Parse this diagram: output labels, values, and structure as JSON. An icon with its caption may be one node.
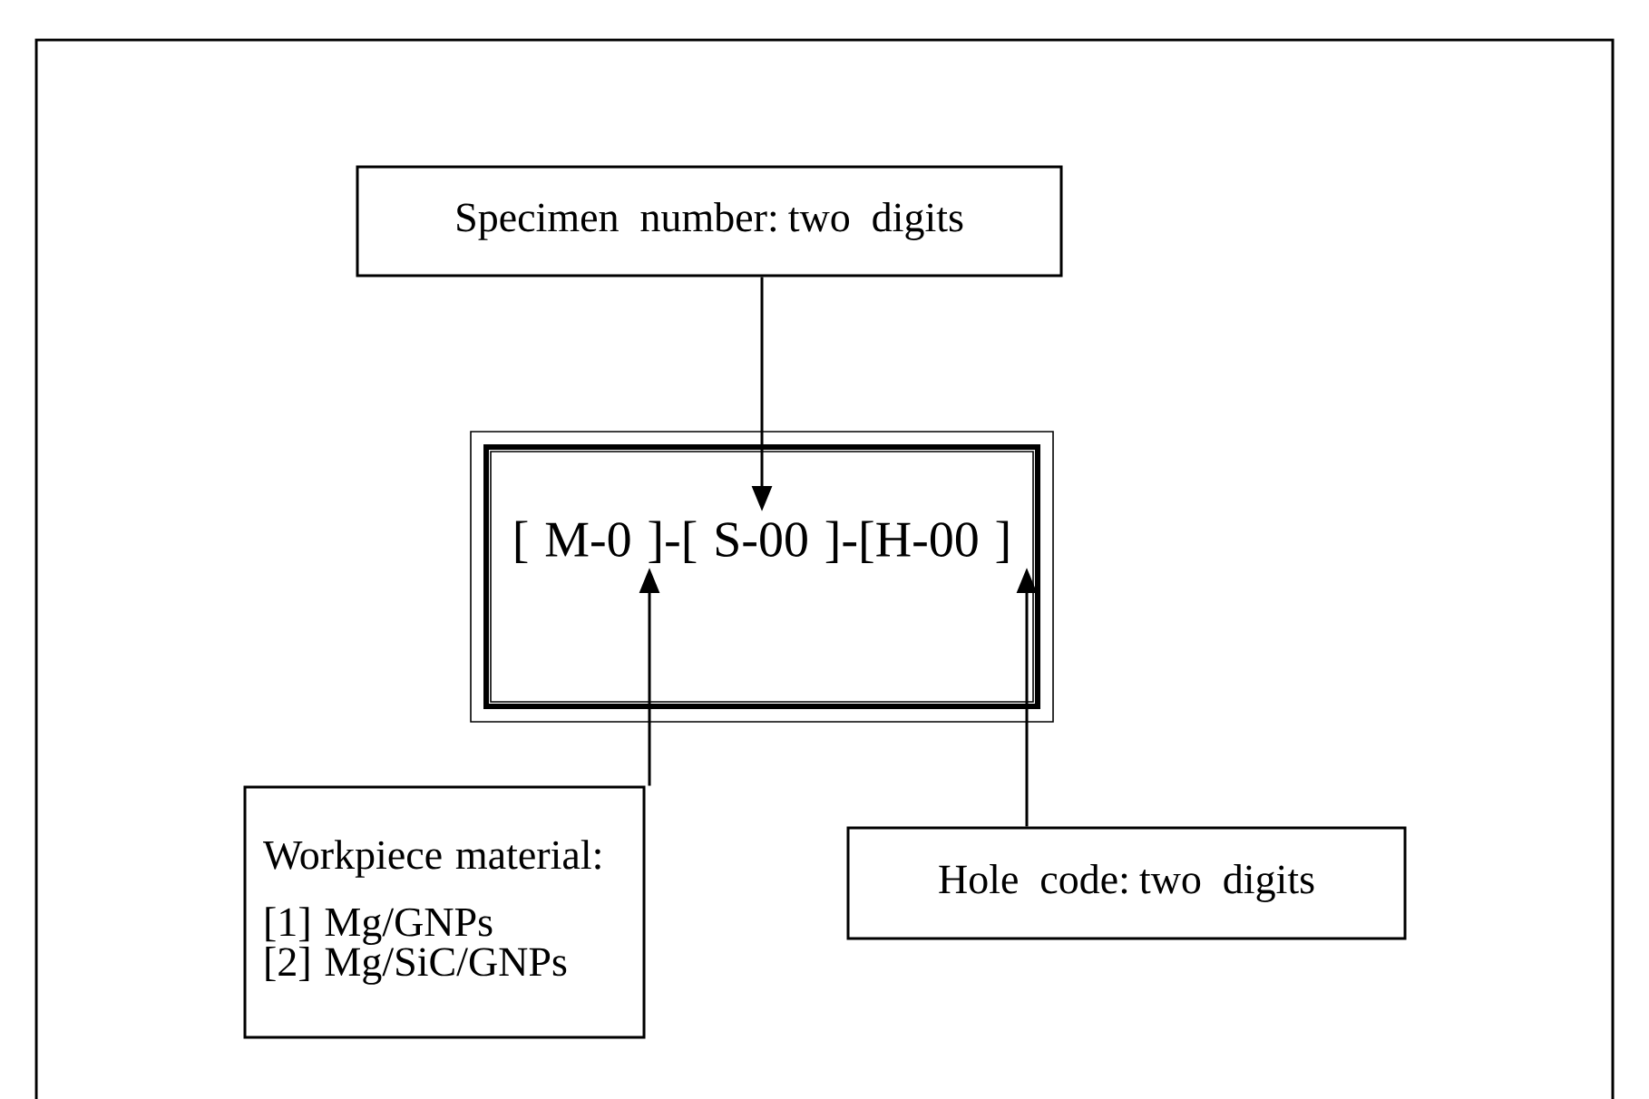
{
  "diagram": {
    "nodes": [
      {
        "text": [
          "Specimen number: two digits"
        ]
      },
      {
        "text": [
          "[ M-0 ]-[ S-00 ]-[H-00 ]"
        ]
      },
      {
        "text": [
          "Workpiece material:",
          "[1] Mg/GNPs",
          "[2] Mg/SiC/GNPs"
        ]
      },
      {
        "text": [
          "Hole code: two digits"
        ]
      }
    ],
    "edges": [
      {
        "from": 0,
        "to": 1,
        "arrow": "to"
      },
      {
        "from": 2,
        "to": 1,
        "arrow": "to"
      },
      {
        "from": 3,
        "to": 1,
        "arrow": "to"
      }
    ]
  }
}
